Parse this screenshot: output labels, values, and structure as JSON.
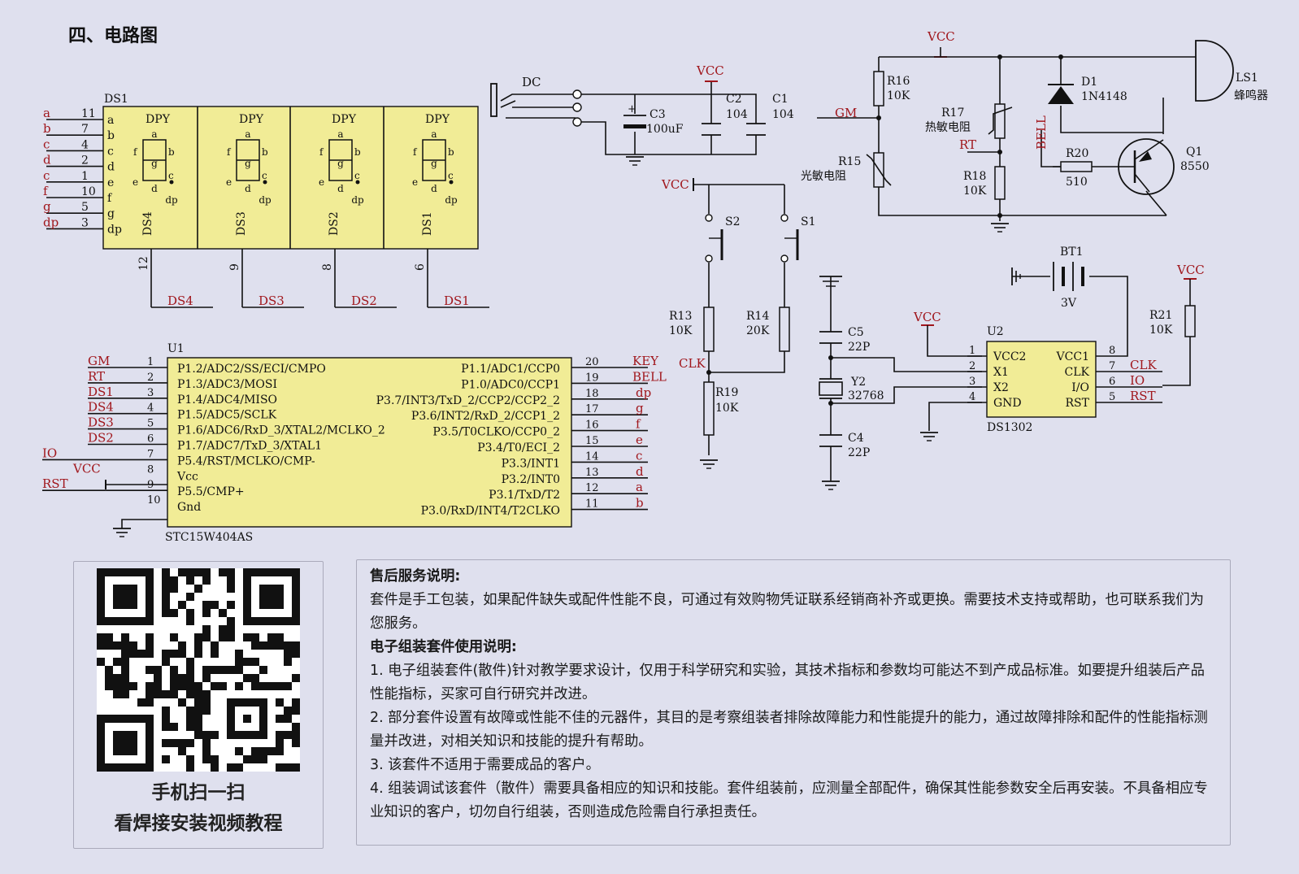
{
  "heading": "四、电路图",
  "display": {
    "ref": "DS1",
    "seg_names": [
      "a",
      "b",
      "c",
      "d",
      "e",
      "f",
      "g",
      "dp"
    ],
    "seg_pins": [
      "11",
      "7",
      "4",
      "2",
      "1",
      "10",
      "5",
      "3"
    ],
    "seg_nets": [
      "a",
      "b",
      "c",
      "d",
      "c",
      "f",
      "g",
      "dp"
    ],
    "digit_title": "DPY",
    "digits": [
      {
        "name": "DS4",
        "pin": "12",
        "net": "DS4"
      },
      {
        "name": "DS3",
        "pin": "9",
        "net": "DS3"
      },
      {
        "name": "DS2",
        "pin": "8",
        "net": "DS2"
      },
      {
        "name": "DS1",
        "pin": "6",
        "net": "DS1"
      }
    ],
    "glyph": {
      "a": "a",
      "b": "b",
      "c": "c",
      "d": "d",
      "e": "e",
      "f": "f",
      "g": "g",
      "dp": "dp"
    }
  },
  "mcu": {
    "ref": "U1",
    "part": "STC15W404AS",
    "left_pins": [
      {
        "num": "1",
        "name": "P1.2/ADC2/SS/ECI/CMPO",
        "net": "GM"
      },
      {
        "num": "2",
        "name": "P1.3/ADC3/MOSI",
        "net": "RT"
      },
      {
        "num": "3",
        "name": "P1.4/ADC4/MISO",
        "net": "DS1"
      },
      {
        "num": "4",
        "name": "P1.5/ADC5/SCLK",
        "net": "DS4"
      },
      {
        "num": "5",
        "name": "P1.6/ADC6/RxD_3/XTAL2/MCLKO_2",
        "net": "DS3"
      },
      {
        "num": "6",
        "name": "P1.7/ADC7/TxD_3/XTAL1",
        "net": "DS2"
      },
      {
        "num": "7",
        "name": "P5.4/RST/MCLKO/CMP-",
        "net": "IO"
      },
      {
        "num": "8",
        "name": "Vcc",
        "net": "VCC"
      },
      {
        "num": "9",
        "name": "P5.5/CMP+",
        "net": "RST"
      },
      {
        "num": "10",
        "name": "Gnd",
        "net": ""
      }
    ],
    "right_pins": [
      {
        "num": "20",
        "name": "P1.1/ADC1/CCP0",
        "net": "KEY"
      },
      {
        "num": "19",
        "name": "P1.0/ADC0/CCP1",
        "net": "BELL"
      },
      {
        "num": "18",
        "name": "P3.7/INT3/TxD_2/CCP2/CCP2_2",
        "net": "dp"
      },
      {
        "num": "17",
        "name": "P3.6/INT2/RxD_2/CCP1_2",
        "net": "g"
      },
      {
        "num": "16",
        "name": "P3.5/T0CLKO/CCP0_2",
        "net": "f"
      },
      {
        "num": "15",
        "name": "P3.4/T0/ECI_2",
        "net": "e"
      },
      {
        "num": "14",
        "name": "P3.3/INT1",
        "net": "c"
      },
      {
        "num": "13",
        "name": "P3.2/INT0",
        "net": "d"
      },
      {
        "num": "12",
        "name": "P3.1/TxD/T2",
        "net": "a"
      },
      {
        "num": "11",
        "name": "P3.0/RxD/INT4/T2CLKO",
        "net": "b"
      }
    ]
  },
  "power": {
    "dc": "DC",
    "c3": {
      "ref": "C3",
      "val": "100uF"
    },
    "c2": {
      "ref": "C2",
      "val": "104"
    },
    "c1": {
      "ref": "C1",
      "val": "104"
    },
    "vcc": "VCC"
  },
  "keys": {
    "s2": "S2",
    "s1": "S1",
    "r13": {
      "ref": "R13",
      "val": "10K"
    },
    "r14": {
      "ref": "R14",
      "val": "20K"
    },
    "r19": {
      "ref": "R19",
      "val": "10K"
    },
    "clk": "CLK",
    "vcc": "VCC"
  },
  "sensor": {
    "vcc": "VCC",
    "gm": "GM",
    "rt": "RT",
    "bell": "BELL",
    "r16": {
      "ref": "R16",
      "val": "10K"
    },
    "r17": {
      "ref": "R17",
      "desc": "热敏电阻"
    },
    "r18": {
      "ref": "R18",
      "val": "10K"
    },
    "r15": {
      "ref": "R15",
      "desc": "光敏电阻"
    },
    "d1": {
      "ref": "D1",
      "val": "1N4148"
    },
    "ls1": {
      "ref": "LS1",
      "desc": "蜂鸣器"
    },
    "q1": {
      "ref": "Q1",
      "val": "8550"
    },
    "r20": {
      "ref": "R20",
      "val": "510"
    }
  },
  "rtc": {
    "ref": "U2",
    "part": "DS1302",
    "left_pins": [
      {
        "num": "1",
        "name": "VCC2"
      },
      {
        "num": "2",
        "name": "X1"
      },
      {
        "num": "3",
        "name": "X2"
      },
      {
        "num": "4",
        "name": "GND"
      }
    ],
    "right_pins": [
      {
        "num": "8",
        "name": "VCC1",
        "net": ""
      },
      {
        "num": "7",
        "name": "CLK",
        "net": "CLK"
      },
      {
        "num": "6",
        "name": "I/O",
        "net": "IO"
      },
      {
        "num": "5",
        "name": "RST",
        "net": "RST"
      }
    ],
    "c5": {
      "ref": "C5",
      "val": "22P"
    },
    "c4": {
      "ref": "C4",
      "val": "22P"
    },
    "y2": {
      "ref": "Y2",
      "val": "32768"
    },
    "bt1": {
      "ref": "BT1",
      "val": "3V"
    },
    "r21": {
      "ref": "R21",
      "val": "10K"
    },
    "vcc": "VCC"
  },
  "qr": {
    "caption1": "手机扫一扫",
    "caption2": "看焊接安装视频教程"
  },
  "notes": {
    "service_title": "售后服务说明:",
    "service_text": "套件是手工包装，如果配件缺失或配件性能不良，可通过有效购物凭证联系经销商补齐或更换。需要技术支持或帮助，也可联系我们为您服务。",
    "usage_title": "电子组装套件使用说明:",
    "items": [
      "1. 电子组装套件(散件)针对教学要求设计，仅用于科学研究和实验，其技术指标和参数均可能达不到产成品标准。如要提升组装后产品性能指标，买家可自行研究并改进。",
      "2. 部分套件设置有故障或性能不佳的元器件，其目的是考察组装者排除故障能力和性能提升的能力，通过故障排除和配件的性能指标测量并改进，对相关知识和技能的提升有帮助。",
      "3. 该套件不适用于需要成品的客户。",
      "4. 组装调试该套件（散件）需要具备相应的知识和技能。套件组装前，应测量全部配件，确保其性能参数安全后再安装。不具备相应专业知识的客户，切勿自行组装，否则造成危险需自行承担责任。"
    ]
  }
}
